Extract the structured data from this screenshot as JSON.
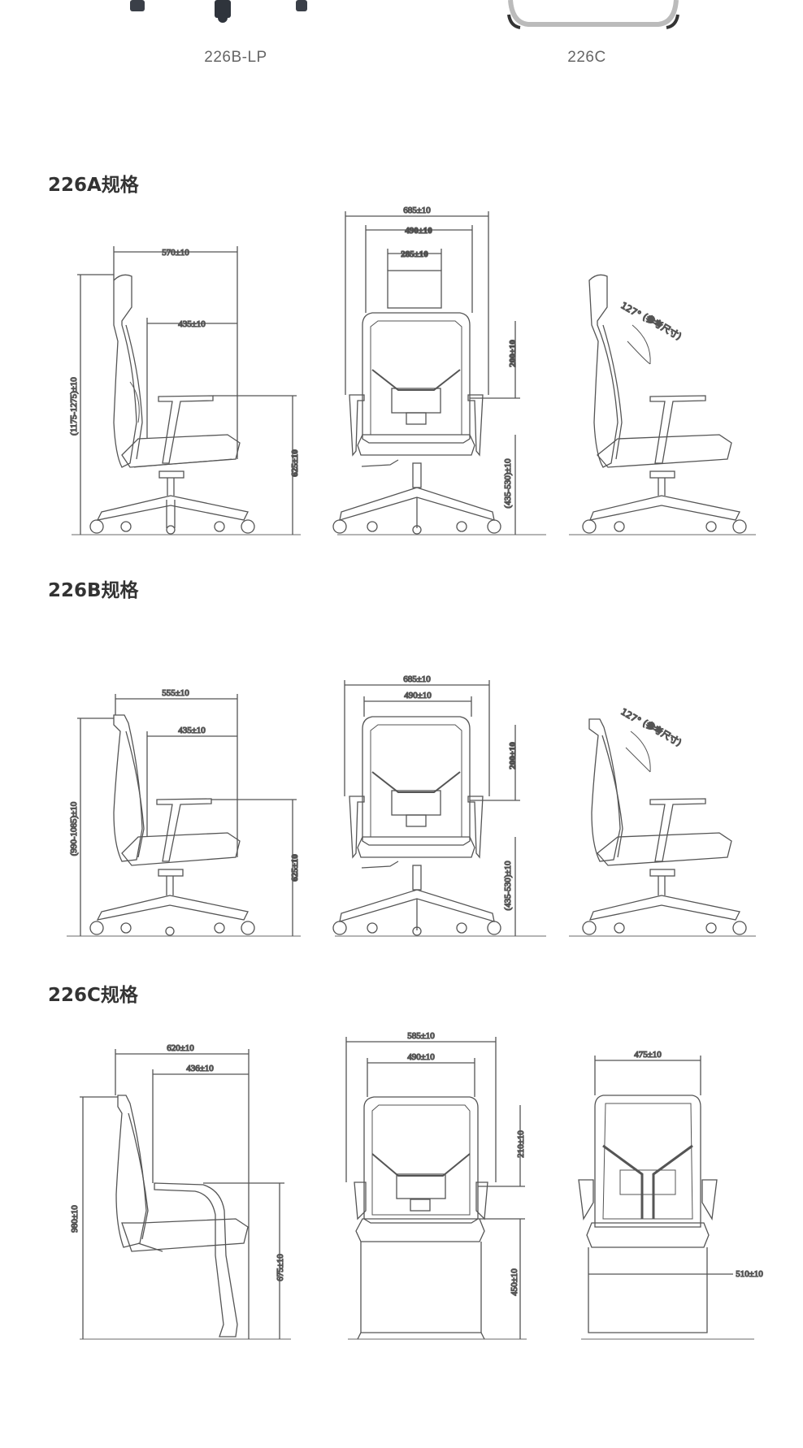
{
  "top_products": [
    {
      "model": "226B-LP"
    },
    {
      "model": "226C"
    }
  ],
  "sections": [
    {
      "title": "226A规格",
      "dims": {
        "side_width": "570±10",
        "side_seat_depth": "435±10",
        "side_total_height": "(1175-1275)±10",
        "side_armrest_height": "625±10",
        "front_total_width": "685±10",
        "front_seat_width": "490±10",
        "front_headrest_width": "285±10",
        "front_lumbar_height": "200±10",
        "front_seat_height": "(435-530)±10",
        "recline_angle": "127°",
        "recline_note": "(参考尺寸)"
      }
    },
    {
      "title": "226B规格",
      "dims": {
        "side_width": "555±10",
        "side_seat_depth": "435±10",
        "side_total_height": "(990-1085)±10",
        "side_armrest_height": "625±10",
        "front_total_width": "685±10",
        "front_seat_width": "490±10",
        "front_lumbar_height": "200±10",
        "front_seat_height": "(435-530)±10",
        "recline_angle": "127°",
        "recline_note": "(参考尺寸)"
      }
    },
    {
      "title": "226C规格",
      "dims": {
        "side_width": "620±10",
        "side_seat_depth": "436±10",
        "side_total_height": "980±10",
        "side_armrest_height": "675±10",
        "front_total_width": "585±10",
        "front_seat_width": "490±10",
        "front_lumbar_height": "210±10",
        "front_seat_height": "450±10",
        "back_width": "475±10",
        "back_base_width": "510±10"
      }
    }
  ],
  "colors": {
    "line": "#555555",
    "dim": "#444444",
    "title": "#333333"
  }
}
